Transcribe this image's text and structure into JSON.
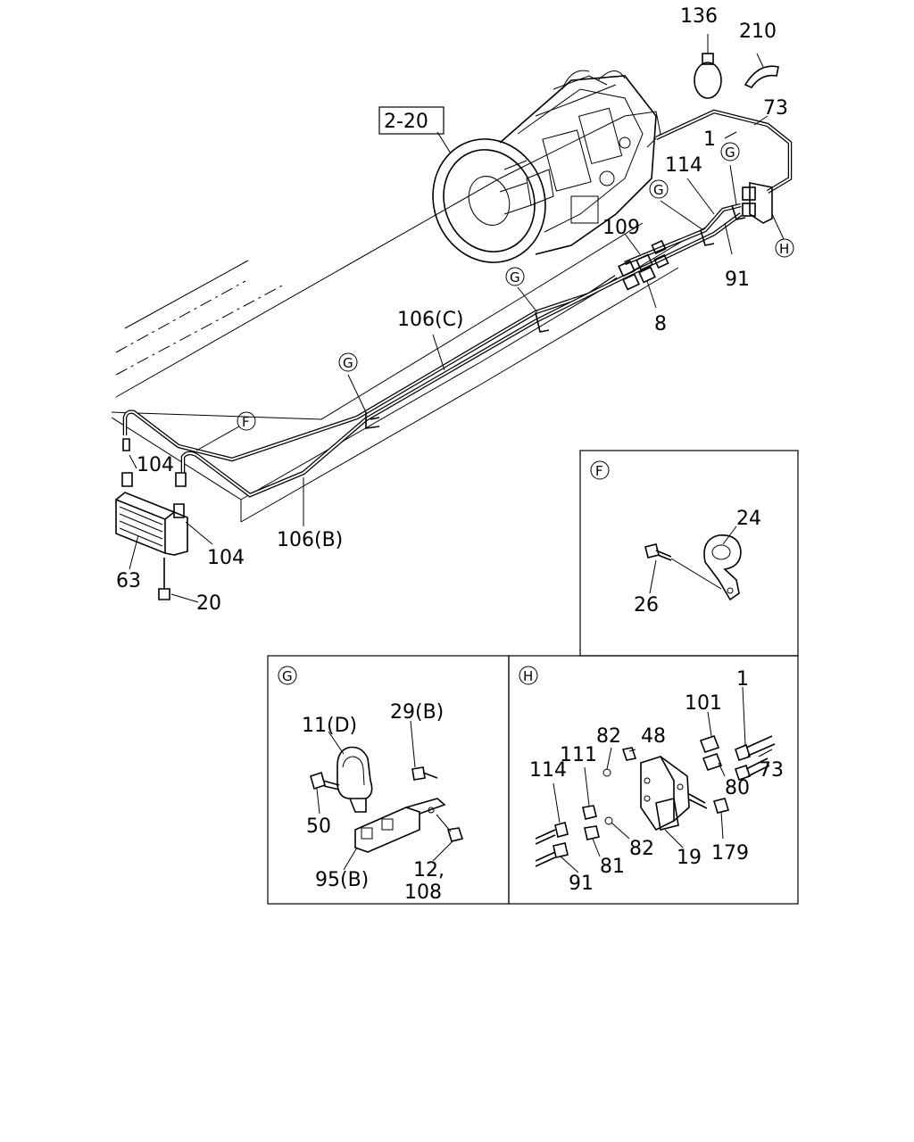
{
  "ref_box": "2-20",
  "main_labels": {
    "l136": "136",
    "l210": "210",
    "l73": "73",
    "l1": "1",
    "l114": "114",
    "l109": "109",
    "l91": "91",
    "l8": "8",
    "l106c": "106(C)",
    "l106b": "106(B)",
    "l104a": "104",
    "l104b": "104",
    "l63": "63",
    "l20": "20"
  },
  "markers": {
    "F": "F",
    "G": "G",
    "H": "H"
  },
  "panel_f": {
    "title": "F",
    "l24": "24",
    "l26": "26"
  },
  "panel_g": {
    "title": "G",
    "l11d": "11(D)",
    "l29b": "29(B)",
    "l50": "50",
    "l95b": "95(B)",
    "l12": "12,",
    "l108": "108"
  },
  "panel_h": {
    "title": "H",
    "l1": "1",
    "l101": "101",
    "l82a": "82",
    "l48": "48",
    "l111": "111",
    "l114": "114",
    "l73": "73",
    "l80": "80",
    "l179": "179",
    "l19": "19",
    "l82b": "82",
    "l81": "81",
    "l91": "91"
  }
}
